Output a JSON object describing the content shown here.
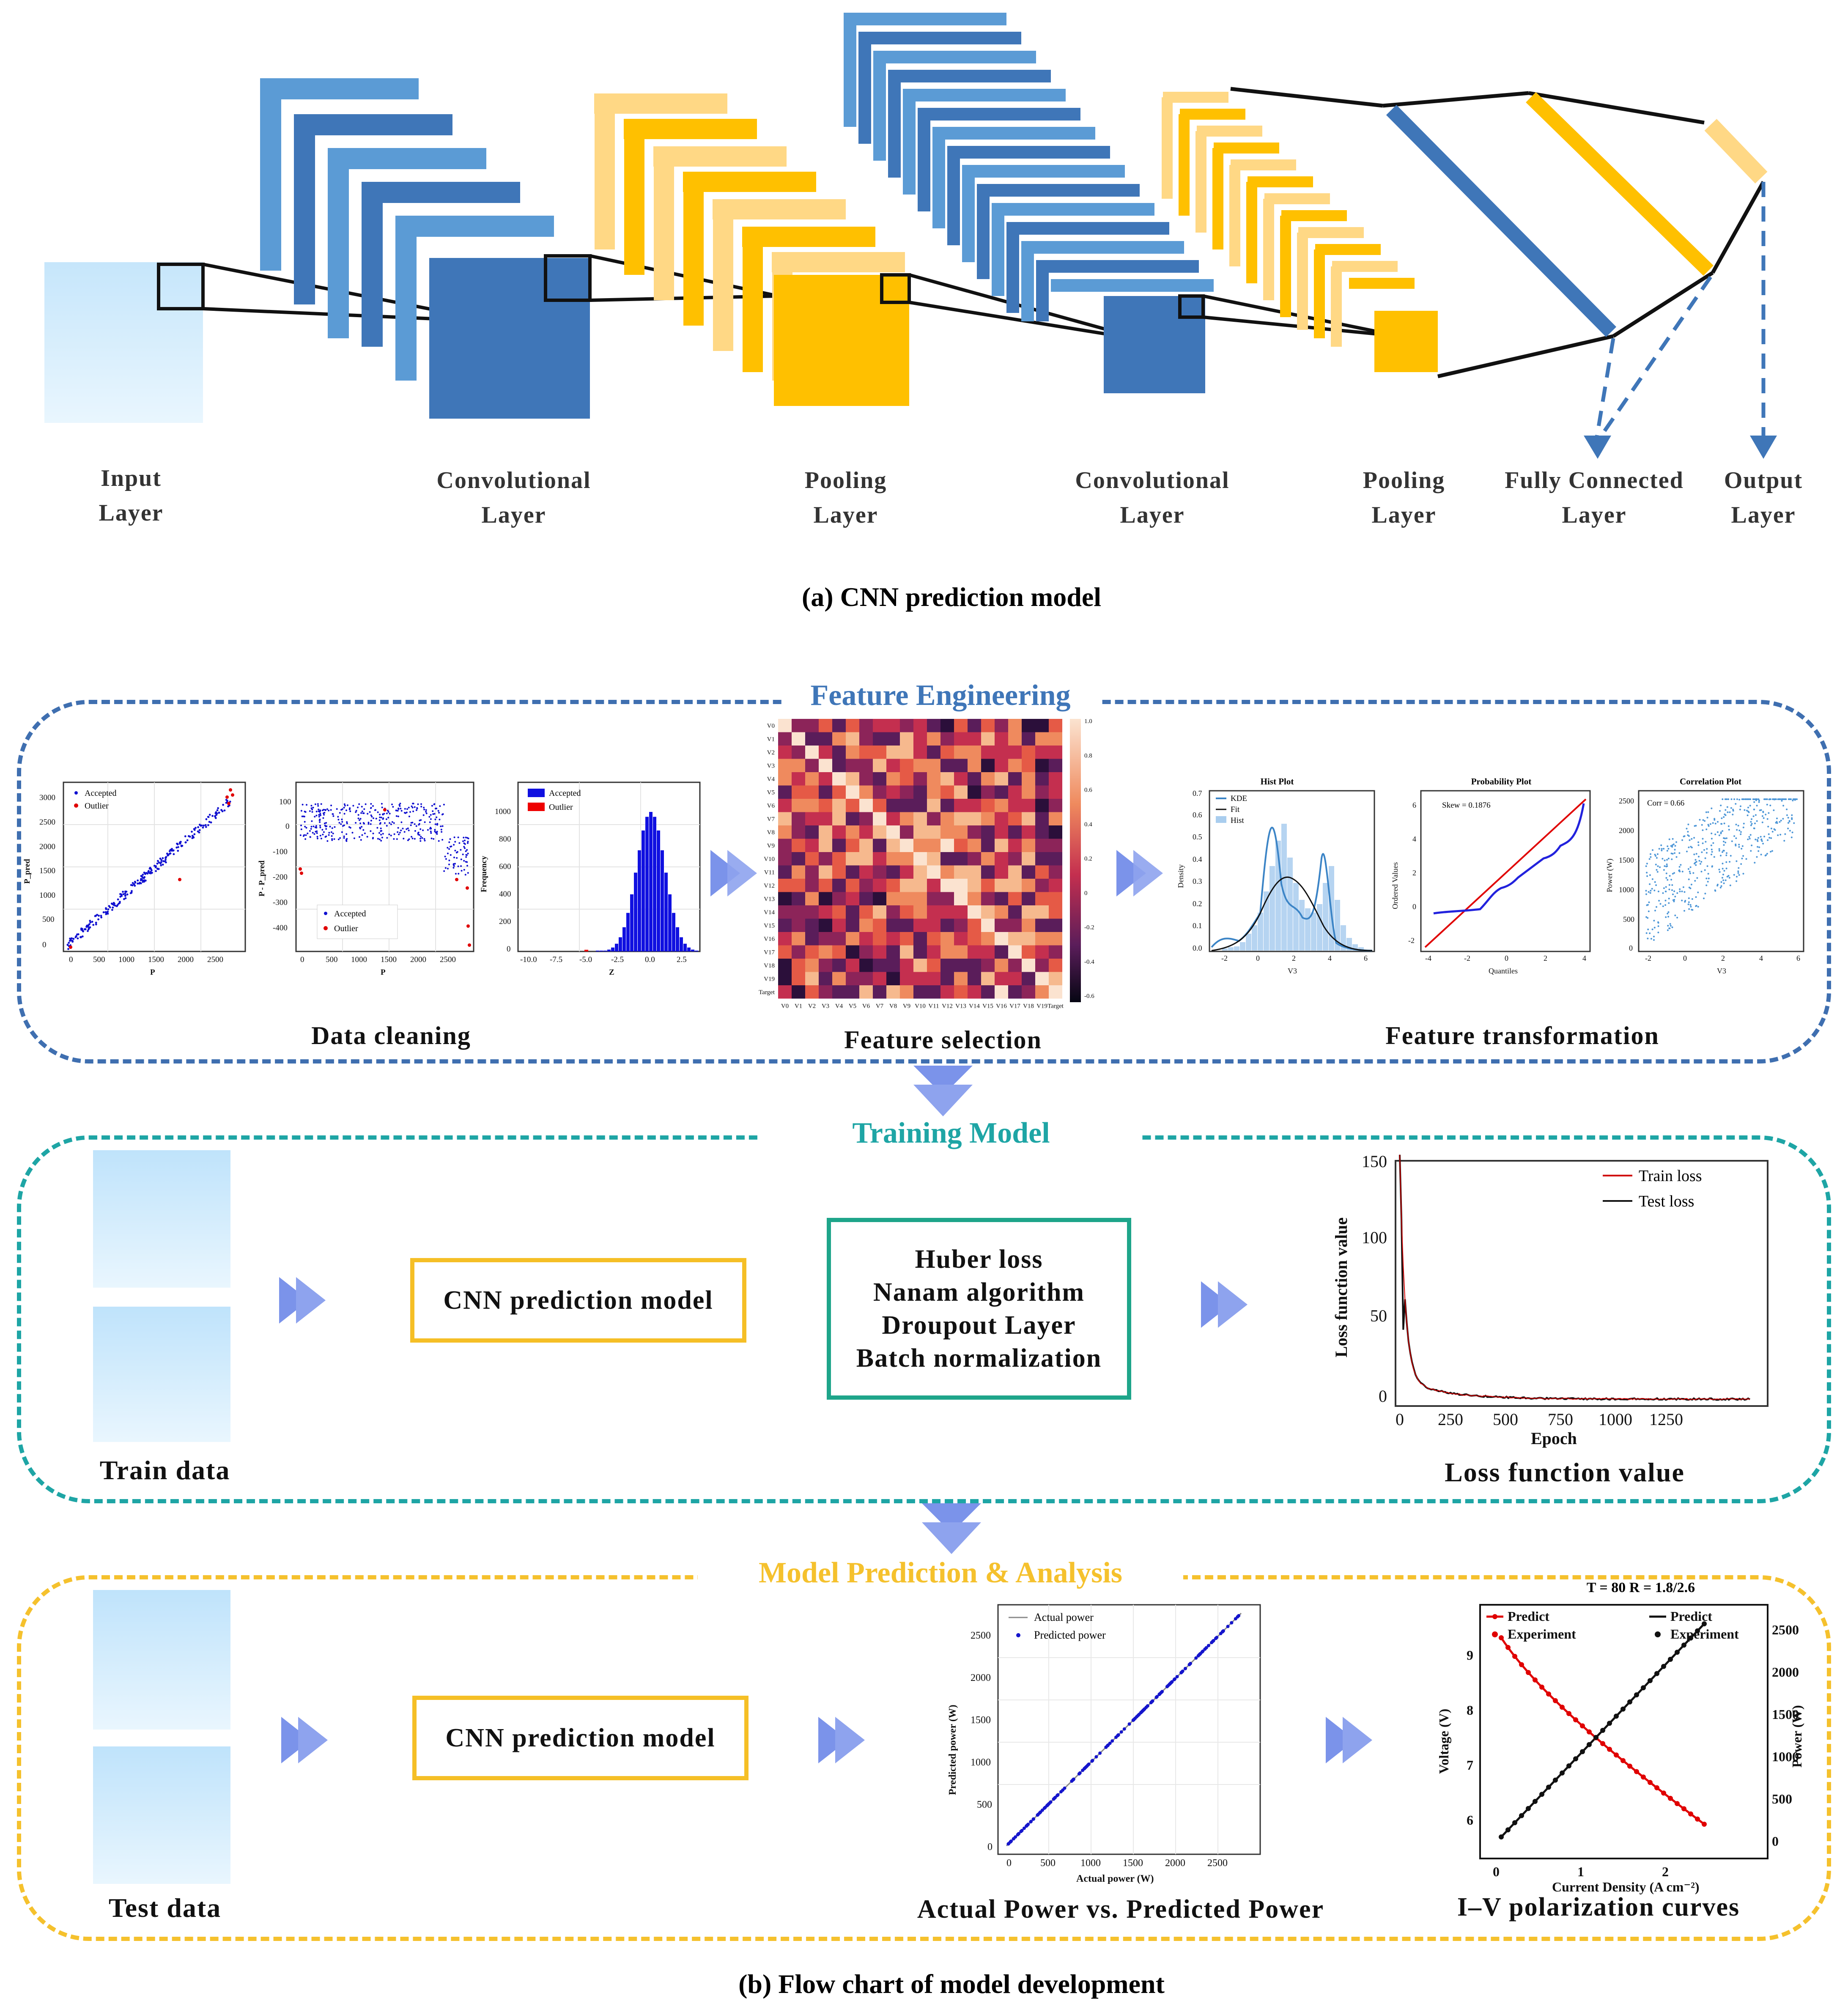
{
  "part_a": {
    "layers": [
      {
        "line1": "Input",
        "line2": "Layer"
      },
      {
        "line1": "Convolutional",
        "line2": "Layer"
      },
      {
        "line1": "Pooling",
        "line2": "Layer"
      },
      {
        "line1": "Convolutional",
        "line2": "Layer"
      },
      {
        "line1": "Pooling",
        "line2": "Layer"
      },
      {
        "line1": "Fully Connected",
        "line2": "Layer"
      },
      {
        "line1": "Output",
        "line2": "Layer"
      }
    ],
    "caption": "(a) CNN prediction model"
  },
  "feature_engineering": {
    "title": "Feature Engineering",
    "captions": {
      "cleaning": "Data cleaning",
      "selection": "Feature selection",
      "transformation": "Feature transformation"
    },
    "plot1": {
      "xlabel": "P",
      "ylabel": "P_pred",
      "legend": [
        "Accepted",
        "Outlier"
      ],
      "xticks": [
        "0",
        "500",
        "1000",
        "1500",
        "2000",
        "2500"
      ],
      "yticks": [
        "0",
        "500",
        "1000",
        "1500",
        "2000",
        "2500",
        "3000"
      ]
    },
    "plot2": {
      "xlabel": "P",
      "ylabel": "P - P_pred",
      "legend": [
        "Accepted",
        "Outlier"
      ],
      "xticks": [
        "0",
        "500",
        "1000",
        "1500",
        "2000",
        "2500"
      ],
      "yticks": [
        "100",
        "0",
        "-100",
        "-200",
        "-300",
        "-400"
      ]
    },
    "plot3": {
      "xlabel": "Z",
      "ylabel": "Frequency",
      "legend": [
        "Accepted",
        "Outlier"
      ],
      "xticks": [
        "-10.0",
        "-7.5",
        "-5.0",
        "-2.5",
        "0.0",
        "2.5"
      ],
      "yticks": [
        "0",
        "200",
        "400",
        "600",
        "800",
        "1000"
      ]
    },
    "heatmap": {
      "labels": [
        "V0",
        "V1",
        "V2",
        "V3",
        "V4",
        "V5",
        "V6",
        "V7",
        "V8",
        "V9",
        "V10",
        "V11",
        "V12",
        "V13",
        "V14",
        "V15",
        "V16",
        "V17",
        "V18",
        "V19",
        "Target"
      ],
      "colorbar": [
        "1.0",
        "0.8",
        "0.6",
        "0.4",
        "0.2",
        "0",
        "-0.2",
        "-0.4",
        "-0.6"
      ]
    },
    "hist_plot": {
      "title": "Hist Plot",
      "xlabel": "V3",
      "ylabel": "Density",
      "legend": [
        "KDE",
        "Fit",
        "Hist"
      ],
      "xticks": [
        "-2",
        "0",
        "2",
        "4",
        "6"
      ],
      "yticks": [
        "0.0",
        "0.1",
        "0.2",
        "0.3",
        "0.4",
        "0.5",
        "0.6",
        "0.7"
      ]
    },
    "prob_plot": {
      "title": "Probability Plot",
      "xlabel": "Quantiles",
      "ylabel": "Ordered Values",
      "annotation": "Skew = 0.1876",
      "xticks": [
        "-4",
        "-2",
        "0",
        "2",
        "4"
      ],
      "yticks": [
        "6",
        "4",
        "2",
        "0",
        "-2"
      ]
    },
    "corr_plot": {
      "title": "Correlation Plot",
      "xlabel": "V3",
      "ylabel": "Power (W)",
      "annotation": "Corr = 0.66",
      "xticks": [
        "-2",
        "0",
        "2",
        "4",
        "6"
      ],
      "yticks": [
        "2500",
        "2000",
        "1500",
        "1000",
        "500",
        "0"
      ]
    }
  },
  "training": {
    "title": "Training Model",
    "train_label": "Train data",
    "model_label": "CNN prediction model",
    "techniques": [
      "Huber loss",
      "Nanam algorithm",
      "Droupout Layer",
      "Batch normalization"
    ],
    "loss_caption": "Loss function value",
    "loss_chart": {
      "xlabel": "Epoch",
      "ylabel": "Loss function value",
      "legend": [
        "Train loss",
        "Test loss"
      ],
      "xticks": [
        "0",
        "250",
        "500",
        "750",
        "1000",
        "1250"
      ],
      "yticks": [
        "0",
        "50",
        "100",
        "150"
      ]
    }
  },
  "prediction": {
    "title": "Model Prediction & Analysis",
    "test_label": "Test data",
    "model_label": "CNN prediction model",
    "scatter_caption": "Actual Power vs. Predicted Power",
    "scatter": {
      "xlabel": "Actual power (W)",
      "ylabel": "Predicted power (W)",
      "legend": [
        "Actual power",
        "Predicted power"
      ],
      "xticks": [
        "0",
        "500",
        "1000",
        "1500",
        "2000",
        "2500"
      ],
      "yticks": [
        "0",
        "500",
        "1000",
        "1500",
        "2000",
        "2500"
      ]
    },
    "iv_caption": "I–V polarization curves",
    "iv": {
      "title": "T = 80    R = 1.8/2.6",
      "xlabel": "Current Density (A cm⁻²)",
      "ylabel_left": "Voltage (V)",
      "ylabel_right": "Power (W)",
      "legend_left": [
        "Predict",
        "Experiment"
      ],
      "legend_right": [
        "Predict",
        "Experiment"
      ],
      "xticks": [
        "0",
        "1",
        "2"
      ],
      "yticks_left": [
        "9",
        "8",
        "7",
        "6"
      ],
      "yticks_right": [
        "2500",
        "2000",
        "1500",
        "1000",
        "500",
        "0"
      ]
    }
  },
  "part_b_caption": "(b) Flow chart of model development",
  "colors": {
    "blue_dark": "#3f76b8",
    "blue_light": "#5b9bd5",
    "gold": "#ffc000",
    "gold_light": "#ffd885",
    "fe_frame": "#3f6fb0",
    "train_frame": "#1ea5a5",
    "pred_frame": "#f5c12d",
    "arrow": "#7b93ea"
  }
}
